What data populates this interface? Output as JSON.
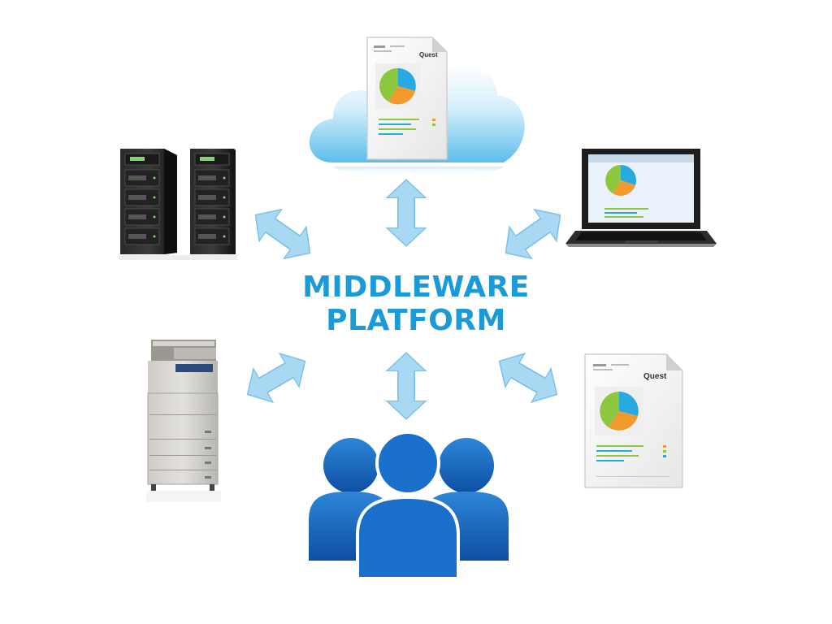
{
  "title": {
    "line1": "MIDDLEWARE",
    "line2": "PLATFORM"
  },
  "report_logo": "Quest",
  "colors": {
    "title": "#1a9ad6",
    "arrow_fill": "#a9d8f3",
    "arrow_stroke": "#7cc0e8",
    "people": "#1466bf",
    "cloud_top": "#e9f6fd",
    "cloud_bottom": "#5fc0ef",
    "pie_blue": "#29a9e1",
    "pie_orange": "#f29a2e",
    "pie_green": "#8dc63f"
  },
  "nodes": [
    "server-racks",
    "cloud-report",
    "laptop",
    "printer",
    "people-group",
    "report-document"
  ]
}
